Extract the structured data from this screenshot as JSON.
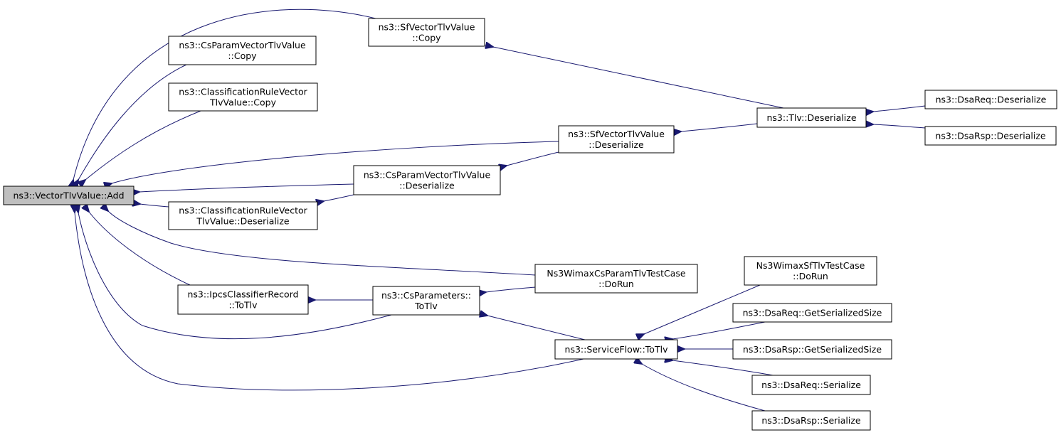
{
  "graph": {
    "title": "",
    "colors": {
      "edge": "#191970",
      "root_fill": "#bfbfbf",
      "node_fill": "#ffffff",
      "node_border": "#000000"
    },
    "nodes": [
      {
        "id": "add",
        "lines": [
          "ns3::VectorTlvValue::Add"
        ],
        "highlighted": true
      },
      {
        "id": "sfv_copy",
        "lines": [
          "ns3::SfVectorTlvValue",
          "::Copy"
        ]
      },
      {
        "id": "csp_copy",
        "lines": [
          "ns3::CsParamVectorTlvValue",
          "::Copy"
        ]
      },
      {
        "id": "crv_copy",
        "lines": [
          "ns3::ClassificationRuleVector",
          "TlvValue::Copy"
        ]
      },
      {
        "id": "sfv_deser",
        "lines": [
          "ns3::SfVectorTlvValue",
          "::Deserialize"
        ]
      },
      {
        "id": "csp_deser",
        "lines": [
          "ns3::CsParamVectorTlvValue",
          "::Deserialize"
        ]
      },
      {
        "id": "crv_deser",
        "lines": [
          "ns3::ClassificationRuleVector",
          "TlvValue::Deserialize"
        ]
      },
      {
        "id": "tlv_deser",
        "lines": [
          "ns3::Tlv::Deserialize"
        ]
      },
      {
        "id": "dsareq_deser",
        "lines": [
          "ns3::DsaReq::Deserialize"
        ]
      },
      {
        "id": "dsarsp_deser",
        "lines": [
          "ns3::DsaRsp::Deserialize"
        ]
      },
      {
        "id": "csparam_test",
        "lines": [
          "Ns3WimaxCsParamTlvTestCase",
          "::DoRun"
        ]
      },
      {
        "id": "ipcs_totlv",
        "lines": [
          "ns3::IpcsClassifierRecord",
          "::ToTlv"
        ]
      },
      {
        "id": "csparams_totlv",
        "lines": [
          "ns3::CsParameters::",
          "ToTlv"
        ]
      },
      {
        "id": "sf_totlv",
        "lines": [
          "ns3::ServiceFlow::ToTlv"
        ]
      },
      {
        "id": "sftlv_test",
        "lines": [
          "Ns3WimaxSfTlvTestCase",
          "::DoRun"
        ]
      },
      {
        "id": "dsareq_gss",
        "lines": [
          "ns3::DsaReq::GetSerializedSize"
        ]
      },
      {
        "id": "dsarsp_gss",
        "lines": [
          "ns3::DsaRsp::GetSerializedSize"
        ]
      },
      {
        "id": "dsareq_ser",
        "lines": [
          "ns3::DsaReq::Serialize"
        ]
      },
      {
        "id": "dsarsp_ser",
        "lines": [
          "ns3::DsaRsp::Serialize"
        ]
      }
    ],
    "edges": [
      {
        "from": "sfv_copy",
        "to": "add"
      },
      {
        "from": "csp_copy",
        "to": "add"
      },
      {
        "from": "crv_copy",
        "to": "add"
      },
      {
        "from": "sfv_deser",
        "to": "add"
      },
      {
        "from": "csp_deser",
        "to": "add"
      },
      {
        "from": "crv_deser",
        "to": "add"
      },
      {
        "from": "csparam_test",
        "to": "add"
      },
      {
        "from": "ipcs_totlv",
        "to": "add"
      },
      {
        "from": "csparams_totlv",
        "to": "add"
      },
      {
        "from": "sf_totlv",
        "to": "add"
      },
      {
        "from": "tlv_deser",
        "to": "sfv_copy"
      },
      {
        "from": "tlv_deser",
        "to": "sfv_deser"
      },
      {
        "from": "sfv_deser",
        "to": "csp_deser"
      },
      {
        "from": "csp_deser",
        "to": "crv_deser"
      },
      {
        "from": "dsareq_deser",
        "to": "tlv_deser"
      },
      {
        "from": "dsarsp_deser",
        "to": "tlv_deser"
      },
      {
        "from": "csparams_totlv",
        "to": "ipcs_totlv"
      },
      {
        "from": "csparam_test",
        "to": "csparams_totlv"
      },
      {
        "from": "sf_totlv",
        "to": "csparams_totlv"
      },
      {
        "from": "sftlv_test",
        "to": "sf_totlv"
      },
      {
        "from": "dsareq_gss",
        "to": "sf_totlv"
      },
      {
        "from": "dsarsp_gss",
        "to": "sf_totlv"
      },
      {
        "from": "dsareq_ser",
        "to": "sf_totlv"
      },
      {
        "from": "dsarsp_ser",
        "to": "sf_totlv"
      }
    ]
  }
}
